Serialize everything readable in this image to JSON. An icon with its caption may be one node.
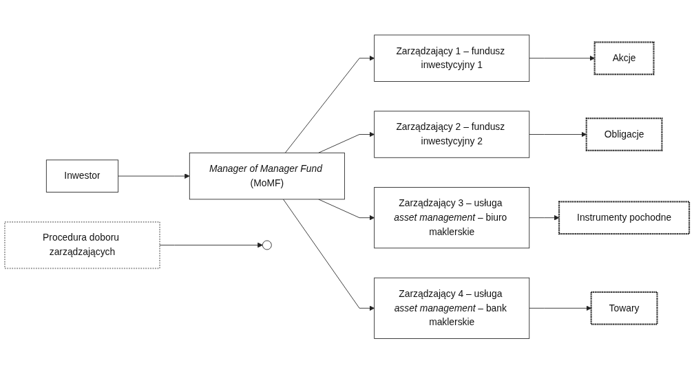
{
  "diagram": {
    "nodes": [
      {
        "text": [
          "Procedura doboru zarządzających"
        ]
      },
      {
        "text": [
          "Inwestor"
        ]
      },
      {
        "text": [
          "*Manager of Manager Fund* (MoMF)"
        ]
      },
      {
        "text": [],
        "shape": "ellipse"
      },
      {
        "text": [
          "Zarządzający 1 – fundusz inwestycyjny 1"
        ]
      },
      {
        "text": [
          "Zarządzający 2 – fundusz inwestycyjny 2"
        ]
      },
      {
        "text": [
          "Zarządzający 3 – usługa *asset management* – biuro maklerskie"
        ]
      },
      {
        "text": [
          "Zarządzający 4 – usługa *asset management* – bank maklerskie"
        ]
      },
      {
        "text": [
          "Akcje"
        ]
      },
      {
        "text": [
          "Obligacje"
        ]
      },
      {
        "text": [
          "Instrumenty pochodne"
        ]
      },
      {
        "text": [
          "Towary"
        ]
      }
    ],
    "edges": [
      {
        "from": 1,
        "to": 2,
        "arrow": "to"
      },
      {
        "from": 2,
        "to": 4,
        "arrow": "to"
      },
      {
        "from": 2,
        "to": 5,
        "arrow": "to"
      },
      {
        "from": 2,
        "to": 6,
        "arrow": "to"
      },
      {
        "from": 2,
        "to": 7,
        "arrow": "to"
      },
      {
        "from": 0,
        "to": 3,
        "arrow": "to"
      },
      {
        "from": 4,
        "to": 8,
        "arrow": "to"
      },
      {
        "from": 5,
        "to": 9,
        "arrow": "to"
      },
      {
        "from": 6,
        "to": 10,
        "arrow": "to"
      },
      {
        "from": 7,
        "to": 11,
        "arrow": "to"
      }
    ]
  }
}
